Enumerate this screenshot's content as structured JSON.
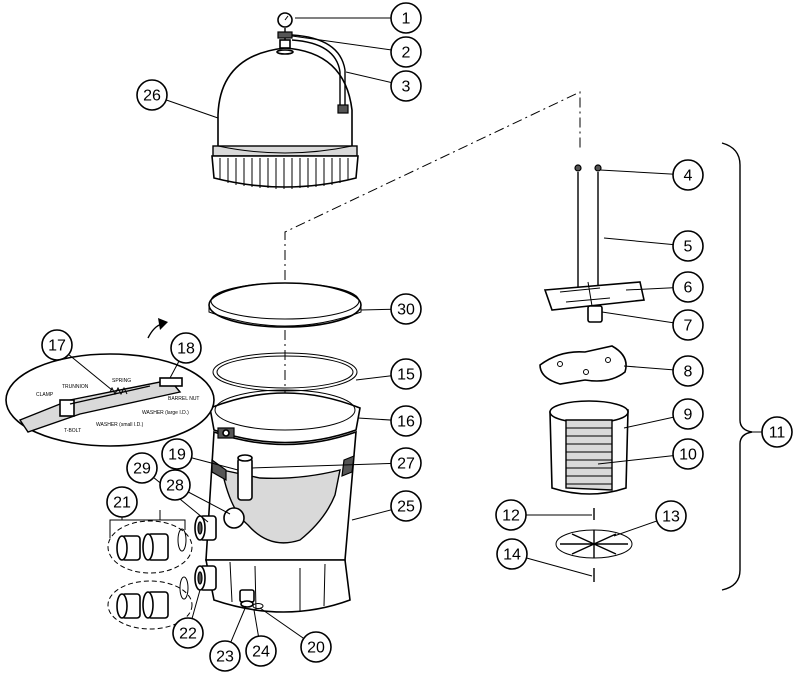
{
  "callouts": [
    {
      "label": "1"
    },
    {
      "label": "2"
    },
    {
      "label": "3"
    },
    {
      "label": "4"
    },
    {
      "label": "5"
    },
    {
      "label": "6"
    },
    {
      "label": "7"
    },
    {
      "label": "8"
    },
    {
      "label": "9"
    },
    {
      "label": "10"
    },
    {
      "label": "11"
    },
    {
      "label": "12"
    },
    {
      "label": "13"
    },
    {
      "label": "14"
    },
    {
      "label": "15"
    },
    {
      "label": "16"
    },
    {
      "label": "17"
    },
    {
      "label": "18"
    },
    {
      "label": "19"
    },
    {
      "label": "20"
    },
    {
      "label": "21"
    },
    {
      "label": "22"
    },
    {
      "label": "23"
    },
    {
      "label": "24"
    },
    {
      "label": "25"
    },
    {
      "label": "26"
    },
    {
      "label": "27"
    },
    {
      "label": "28"
    },
    {
      "label": "29"
    },
    {
      "label": "30"
    }
  ],
  "inset_labels": {
    "clamp": "CLAMP",
    "trunnion": "TRUNNION",
    "spring": "SPRING",
    "barrel_nut": "BARREL NUT",
    "washer_large": "WASHER (large I.D.)",
    "washer_small": "WASHER (small I.D.)",
    "t_bolt": "T-BOLT"
  }
}
